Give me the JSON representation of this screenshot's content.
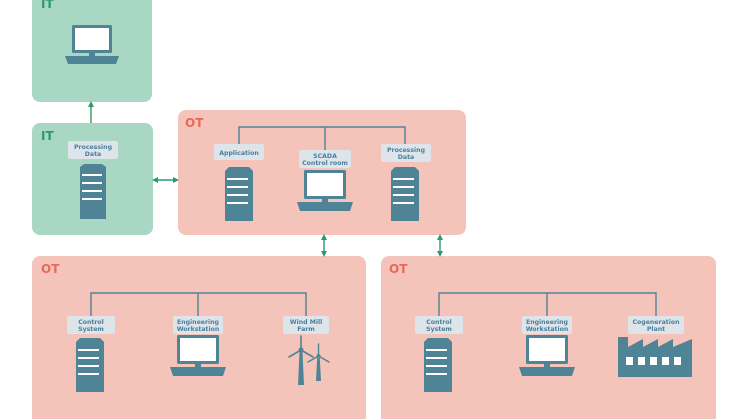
{
  "zones": {
    "top_it": {
      "title": "IT"
    },
    "it": {
      "title": "IT",
      "nodes": [
        {
          "label_lines": [
            "Processing",
            "Data"
          ],
          "icon": "server-icon"
        }
      ]
    },
    "ot_main": {
      "title": "OT",
      "nodes": [
        {
          "label_lines": [
            "Application"
          ],
          "icon": "server-icon"
        },
        {
          "label_lines": [
            "SCADA",
            "Control room"
          ],
          "icon": "workstation-icon"
        },
        {
          "label_lines": [
            "Processing",
            "Data"
          ],
          "icon": "server-icon"
        }
      ]
    },
    "ot_left": {
      "title": "OT",
      "nodes": [
        {
          "label_lines": [
            "Control",
            "System"
          ],
          "icon": "server-icon"
        },
        {
          "label_lines": [
            "Engineering",
            "Workstation"
          ],
          "icon": "workstation-icon"
        },
        {
          "label_lines": [
            "Wind Mill",
            "Farm"
          ],
          "icon": "wind-turbine-icon"
        }
      ]
    },
    "ot_right": {
      "title": "OT",
      "nodes": [
        {
          "label_lines": [
            "Control",
            "System"
          ],
          "icon": "server-icon"
        },
        {
          "label_lines": [
            "Engineering",
            "Workstation"
          ],
          "icon": "workstation-icon"
        },
        {
          "label_lines": [
            "Cogeneration",
            "Plant"
          ],
          "icon": "factory-icon"
        }
      ]
    }
  },
  "colors": {
    "it_zone": "#a8d8c3",
    "ot_zone": "#f4c4bb",
    "it_title": "#2e9a6a",
    "ot_title": "#e8685a",
    "device": "#4f8497",
    "connector": "#2e9a6a"
  }
}
